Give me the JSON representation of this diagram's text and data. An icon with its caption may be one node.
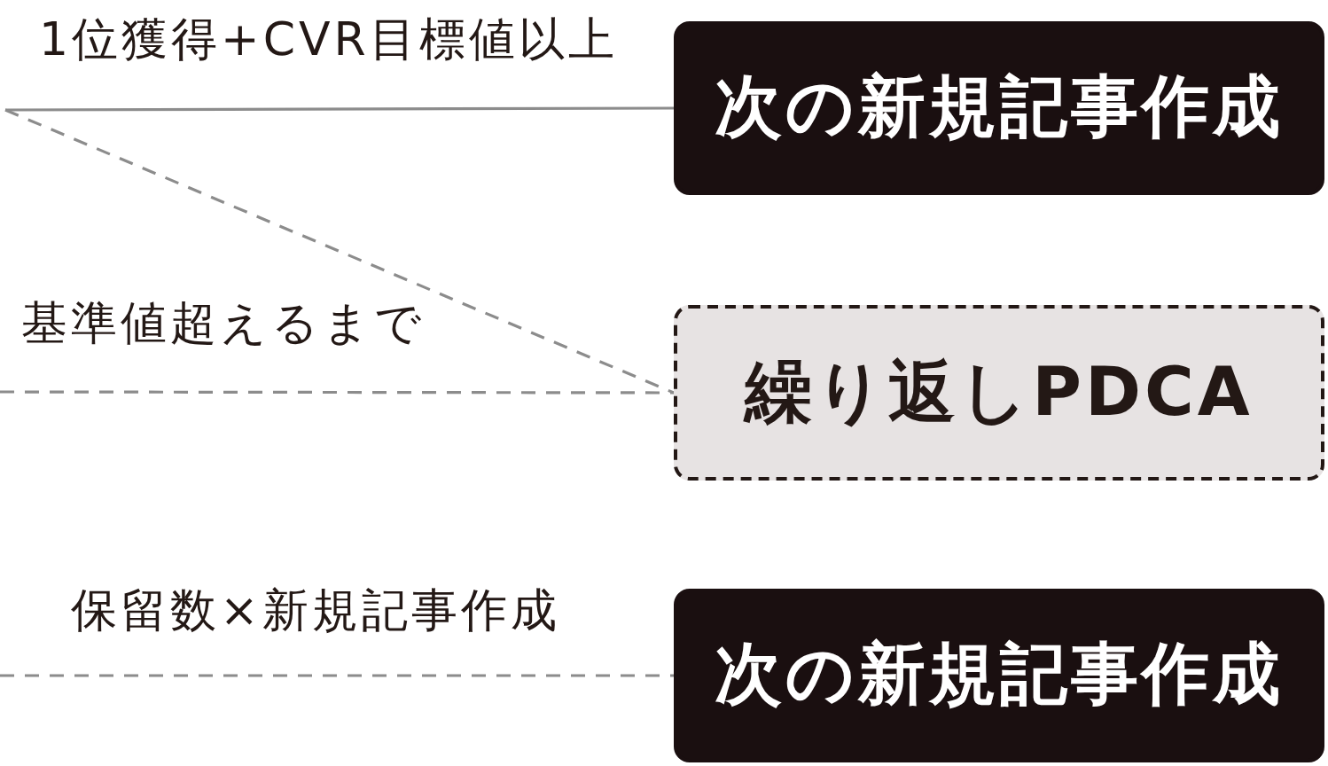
{
  "diagram": {
    "nodes": [
      {
        "text": [
          "次の新規記事作成"
        ]
      },
      {
        "text": [
          "繰り返しPDCA"
        ]
      },
      {
        "text": [
          "次の新規記事作成"
        ]
      }
    ],
    "edges": [
      {
        "from": null,
        "to": 0,
        "arrow": "none",
        "label": "1位獲得+CVR目標値以上"
      },
      {
        "from": null,
        "to": 1,
        "arrow": "none",
        "style": "dashed"
      },
      {
        "from": null,
        "to": 1,
        "arrow": "none",
        "style": "dashed",
        "label": "基準値超えるまで"
      },
      {
        "from": null,
        "to": 2,
        "arrow": "none",
        "style": "dashed",
        "label": "保留数×新規記事作成"
      }
    ]
  }
}
